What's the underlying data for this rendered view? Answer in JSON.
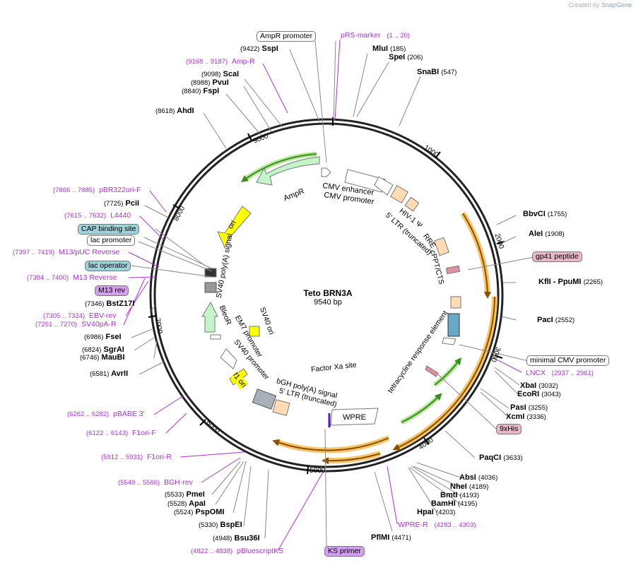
{
  "credit": {
    "prefix": "Created by",
    "brand": "SnapGene"
  },
  "plasmid": {
    "name": "Teto BRN3A",
    "size": "9540 bp"
  },
  "ticks": [
    "1000",
    "2000",
    "3000",
    "4000",
    "5000",
    "6000",
    "7000",
    "8000",
    "9000"
  ],
  "sites": [
    {
      "name": "SspI",
      "pos": "(9422)"
    },
    {
      "name": "MluI",
      "pos": "(185)"
    },
    {
      "name": "SpeI",
      "pos": "(206)"
    },
    {
      "name": "SnaBI",
      "pos": "(547)"
    },
    {
      "name": "ScaI",
      "pos": "(9098)"
    },
    {
      "name": "PvuI",
      "pos": "(8988)"
    },
    {
      "name": "FspI",
      "pos": "(8840)"
    },
    {
      "name": "AhdI",
      "pos": "(8618)"
    },
    {
      "name": "PciI",
      "pos": "(7725)"
    },
    {
      "name": "BbvCI",
      "pos": "(1755)"
    },
    {
      "name": "AleI",
      "pos": "(1908)"
    },
    {
      "name": "KflI - PpuMI",
      "pos": "(2265)"
    },
    {
      "name": "PacI",
      "pos": "(2552)"
    },
    {
      "name": "BstZ17I",
      "pos": "(7346)"
    },
    {
      "name": "FseI",
      "pos": "(6986)"
    },
    {
      "name": "SgrAI",
      "pos": "(6824)"
    },
    {
      "name": "MauBI",
      "pos": "(6746)"
    },
    {
      "name": "AvrII",
      "pos": "(6581)"
    },
    {
      "name": "XbaI",
      "pos": "(3032)"
    },
    {
      "name": "EcoRI",
      "pos": "(3043)"
    },
    {
      "name": "PasI",
      "pos": "(3255)"
    },
    {
      "name": "XcmI",
      "pos": "(3336)"
    },
    {
      "name": "PaqCI",
      "pos": "(3633)"
    },
    {
      "name": "AbsI",
      "pos": "(4036)"
    },
    {
      "name": "NheI",
      "pos": "(4189)"
    },
    {
      "name": "BmtI",
      "pos": "(4193)"
    },
    {
      "name": "BamHI",
      "pos": "(4195)"
    },
    {
      "name": "HpaI",
      "pos": "(4203)"
    },
    {
      "name": "PmeI",
      "pos": "(5533)"
    },
    {
      "name": "ApaI",
      "pos": "(5528)"
    },
    {
      "name": "PspOMI",
      "pos": "(5524)"
    },
    {
      "name": "BspEI",
      "pos": "(5330)"
    },
    {
      "name": "Bsu36I",
      "pos": "(4948)"
    },
    {
      "name": "PflMI",
      "pos": "(4471)"
    }
  ],
  "primers": [
    {
      "name": "pRS-marker",
      "pos": "(1 .. 20)"
    },
    {
      "name": "Amp-R",
      "pos": "(9168 .. 9187)"
    },
    {
      "name": "pBR322ori-F",
      "pos": "(7866 .. 7885)"
    },
    {
      "name": "L4440",
      "pos": "(7615 .. 7632)"
    },
    {
      "name": "M13/pUC Reverse",
      "pos": "(7397 .. 7419)"
    },
    {
      "name": "M13 Reverse",
      "pos": "(7384 .. 7400)"
    },
    {
      "name": "EBV-rev",
      "pos": "(7305 .. 7324)"
    },
    {
      "name": "SV40pA-R",
      "pos": "(7251 .. 7270)"
    },
    {
      "name": "LNCX",
      "pos": "(2937 .. 2961)"
    },
    {
      "name": "pBABE 3'",
      "pos": "(6262 .. 6282)"
    },
    {
      "name": "F1ori-F",
      "pos": "(6122 .. 6143)"
    },
    {
      "name": "F1ori-R",
      "pos": "(5912 .. 5931)"
    },
    {
      "name": "BGH-rev",
      "pos": "(5549 .. 5566)"
    },
    {
      "name": "WPRE-R",
      "pos": "(4283 .. 4303)"
    },
    {
      "name": "pBluescriptKS",
      "pos": "(4822 .. 4838)"
    }
  ],
  "boxed": {
    "ampr_promoter": "AmpR promoter",
    "cap_site": "CAP binding site",
    "lac_promoter": "lac promoter",
    "lac_operator": "lac operator",
    "m13_rev": "M13 rev",
    "gp41": "gp41 peptide",
    "min_cmv": "minimal CMV promoter",
    "his": "9xHis",
    "ks_primer": "KS primer"
  },
  "features": {
    "cmv_enhancer": "CMV enhancer",
    "cmv_promoter": "CMV promoter",
    "hiv_psi": "HIV-1 Ψ",
    "ltr5": "5' LTR (truncated)",
    "rre": "RRE",
    "cppt": "cPPT/CTS",
    "tre": "tetracycline response element",
    "factor_xa": "Factor Xa site",
    "wpre": "WPRE",
    "bgh": "bGH poly(A) signal",
    "ltr5b": "5' LTR (truncated)",
    "f1_ori": "f1 ori",
    "sv40_promoter": "SV40 promoter",
    "em7_promoter": "EM7 promoter",
    "bleor": "BleoR",
    "sv40_ori": "SV40 ori",
    "sv40_polya": "SV40 poly(A) signal",
    "ori": "ori",
    "ampr": "AmpR"
  },
  "colors": {
    "primer": "#a733c9",
    "orange": "#f0a030",
    "green": "#5cb83c",
    "pastel_green": "#c3f5c8",
    "yellow": "#ffff00",
    "peach": "#ffdcb4"
  }
}
